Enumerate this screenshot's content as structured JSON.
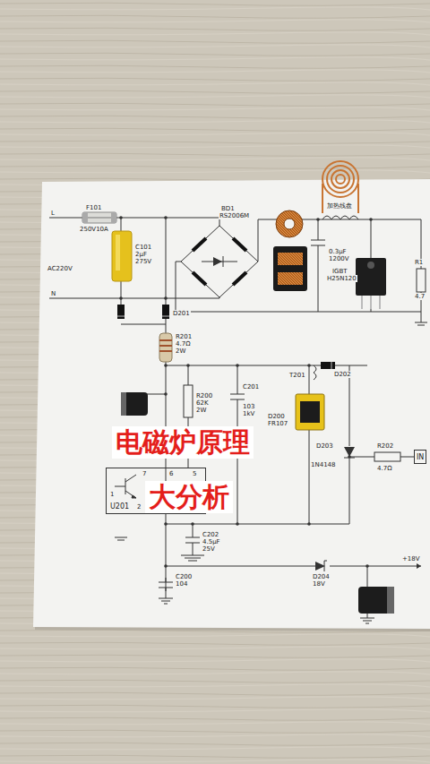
{
  "diagram": {
    "title": "电磁炉原理",
    "caption": "大分析",
    "nodes": [
      {
        "text": [
          "U201"
        ]
      },
      {
        "text": [
          "IN"
        ]
      }
    ],
    "labels": [
      "L",
      "F101",
      "250V10A",
      "C101",
      "2μF",
      "275V",
      "AC220V",
      "N",
      "BD1",
      "RS2006M",
      "加热线盘",
      "0.3μF",
      "1200V",
      "IGBT",
      "H25N120",
      "R1",
      "4.7",
      "D201",
      "R201",
      "4.7Ω",
      "2W",
      "R200",
      "62K",
      "2W",
      "C201",
      "103",
      "1kV",
      "T201",
      "D202",
      "D200",
      "FR107",
      "D203",
      "1N4148",
      "R202",
      "4.7Ω",
      "7",
      "6",
      "5",
      "1",
      "2",
      "C202",
      "4.5μF",
      "25V",
      "C200",
      "104",
      "D204",
      "18V",
      "+18V"
    ]
  }
}
